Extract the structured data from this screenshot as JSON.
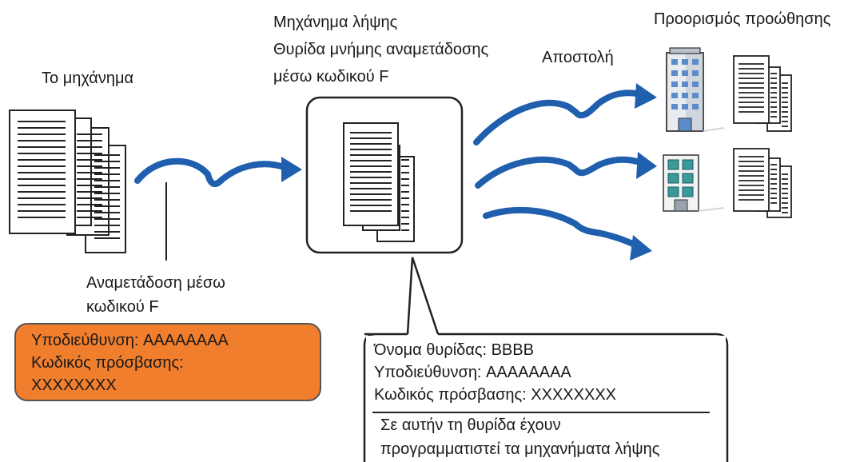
{
  "labels": {
    "this_machine": "Το μηχάνημα",
    "receiving_machine_line1": "Μηχάνημα λήψης",
    "receiving_machine_line2": "Θυρίδα μνήμης αναμετάδοσης",
    "receiving_machine_line3": "μέσω κωδικού F",
    "send": "Αποστολή",
    "forward_destination": "Προορισμός προώθησης",
    "relay_line1": "Αναμετάδοση μέσω",
    "relay_line2": "κωδικού F"
  },
  "sender_box": {
    "address": "Υποδιεύθυνση: AAAAAAAA",
    "password_label": "Κωδικός πρόσβασης:",
    "password_value": "XXXXXXXX"
  },
  "callout": {
    "box_name": "Όνομα θυρίδας: BBBB",
    "address": "Υποδιεύθυνση: AAAAAAAA",
    "password": "Κωδικός πρόσβασης: XXXXXXXX",
    "note_line1": "Σε αυτήν τη θυρίδα έχουν",
    "note_line2": "προγραμματιστεί τα μηχανήματα λήψης"
  },
  "colors": {
    "arrow": "#1f5fae",
    "orange_box": "#f07e2d",
    "building_blue": "#5b8cc9",
    "building_teal": "#3a9a9a"
  }
}
